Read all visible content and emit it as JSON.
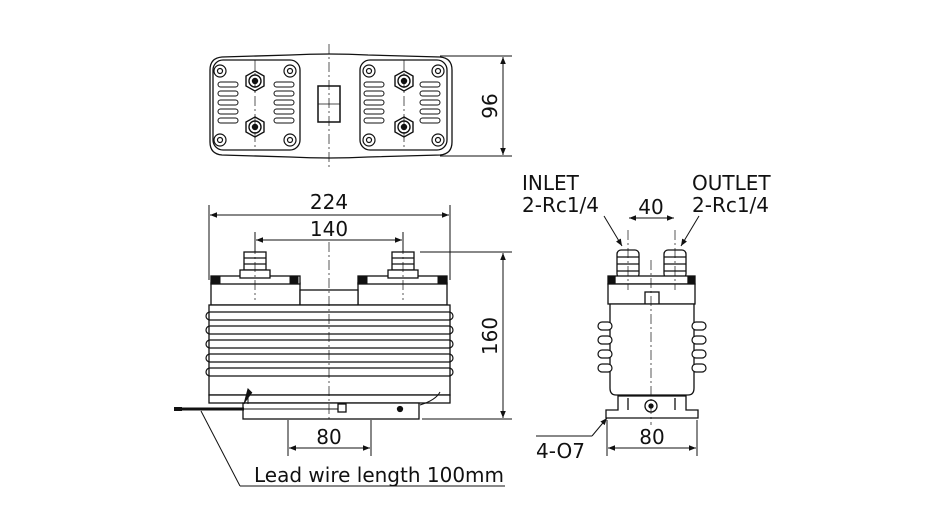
{
  "top_view": {
    "dim_width": "96"
  },
  "front_view": {
    "dim_overall_length": "224",
    "dim_port_spacing": "140",
    "dim_height": "160",
    "dim_mount": "80",
    "lead_wire_note": "Lead wire length 100mm"
  },
  "side_view": {
    "inlet_label": "INLET",
    "inlet_thread": "2-Rc1/4",
    "outlet_label": "OUTLET",
    "outlet_thread": "2-Rc1/4",
    "dim_port_spacing": "40",
    "dim_mount": "80",
    "hole_callout": "4-O7"
  },
  "colors": {
    "line": "#111111",
    "fill": "#ffffff",
    "shade": "#d9d9d9"
  }
}
